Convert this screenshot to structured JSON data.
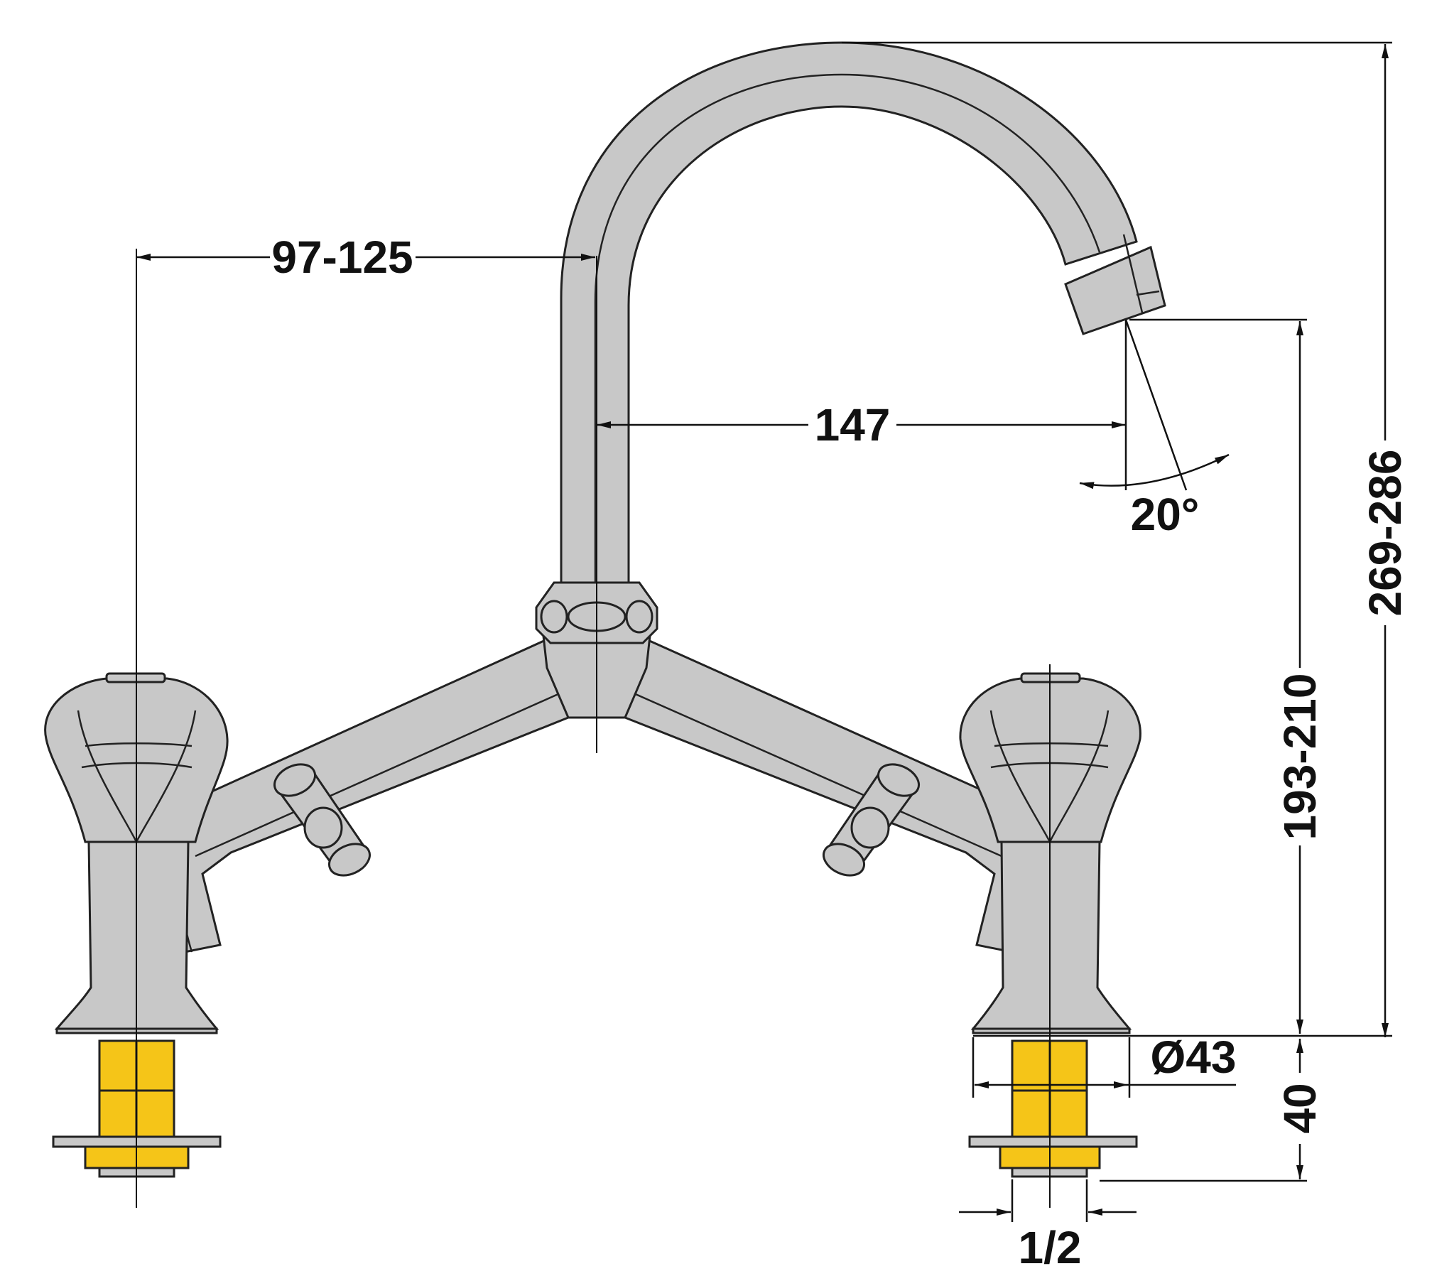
{
  "colors": {
    "body_fill": "#c8c8c8",
    "thread_fill": "#f5c518",
    "outline": "#222222",
    "dimension": "#111111",
    "background": "#ffffff"
  },
  "dimensions": {
    "spread": "97-125",
    "reach": "147",
    "angle": "20°",
    "total_height": "269-286",
    "outlet_height": "193-210",
    "shank_length": "40",
    "base_diameter": "Ø43",
    "thread_size": "1/2"
  }
}
